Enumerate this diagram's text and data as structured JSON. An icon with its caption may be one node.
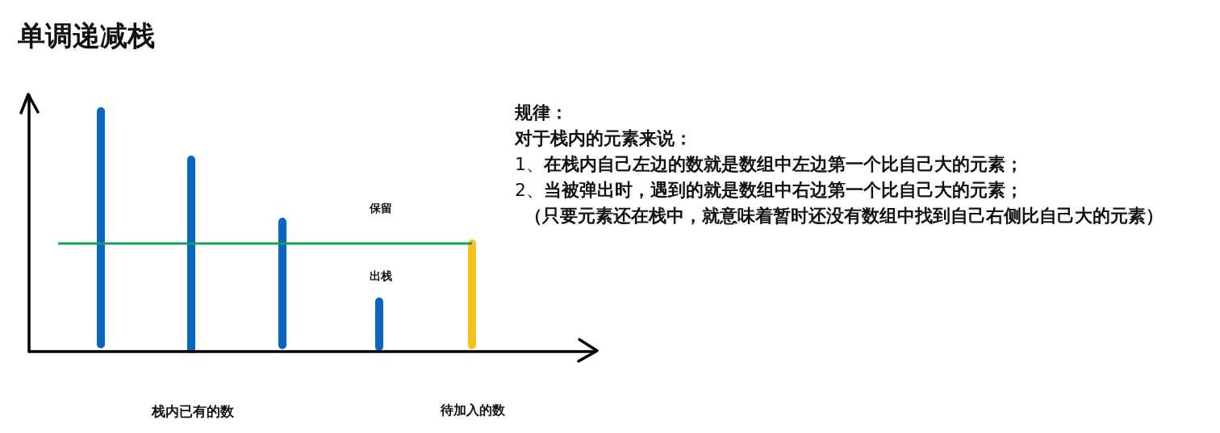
{
  "diagram": {
    "title": "单调递减栈",
    "labels": [
      "规律：",
      "对于栈内的元素来说：",
      "1、**在栈内自己左边的数就是数组中左边第一个比自己大的元素；**",
      "2、**当被弹出时，遇到的就是数组中右边第一个比自己大的元素；**",
      "（只要元素还在栈中，就意味着暂时还没有数组中找到自己右侧比自己大的元素）",
      "保留",
      "出栈",
      "栈内已有的数",
      "待加入的数"
    ]
  }
}
